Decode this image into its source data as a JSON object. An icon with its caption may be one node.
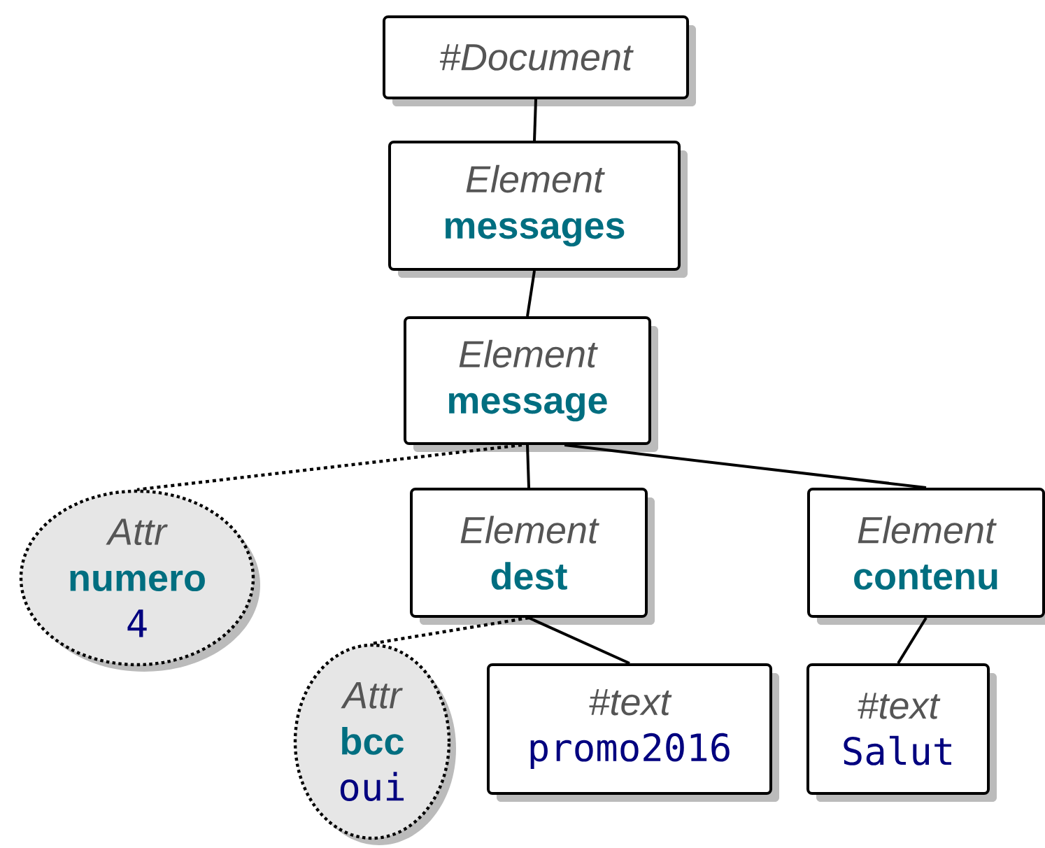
{
  "diagram": {
    "nodes": [
      {
        "text": [
          "#Document"
        ]
      },
      {
        "text": [
          "Element",
          "messages"
        ]
      },
      {
        "text": [
          "Element",
          "message"
        ]
      },
      {
        "text": [
          "Attr",
          "numero",
          "4"
        ]
      },
      {
        "text": [
          "Element",
          "dest"
        ]
      },
      {
        "text": [
          "Element",
          "contenu"
        ]
      },
      {
        "text": [
          "Attr",
          "bcc",
          "oui"
        ]
      },
      {
        "text": [
          "#text",
          "promo2016"
        ]
      },
      {
        "text": [
          "#text",
          "Salut"
        ]
      }
    ],
    "edges": [
      {
        "from": 0,
        "to": 1,
        "arrow": "none"
      },
      {
        "from": 1,
        "to": 2,
        "arrow": "none"
      },
      {
        "from": 2,
        "to": 3,
        "arrow": "none",
        "style": "dashed"
      },
      {
        "from": 2,
        "to": 4,
        "arrow": "none"
      },
      {
        "from": 2,
        "to": 5,
        "arrow": "none"
      },
      {
        "from": 4,
        "to": 6,
        "arrow": "none",
        "style": "dashed"
      },
      {
        "from": 4,
        "to": 7,
        "arrow": "none"
      },
      {
        "from": 5,
        "to": 8,
        "arrow": "none"
      }
    ]
  }
}
